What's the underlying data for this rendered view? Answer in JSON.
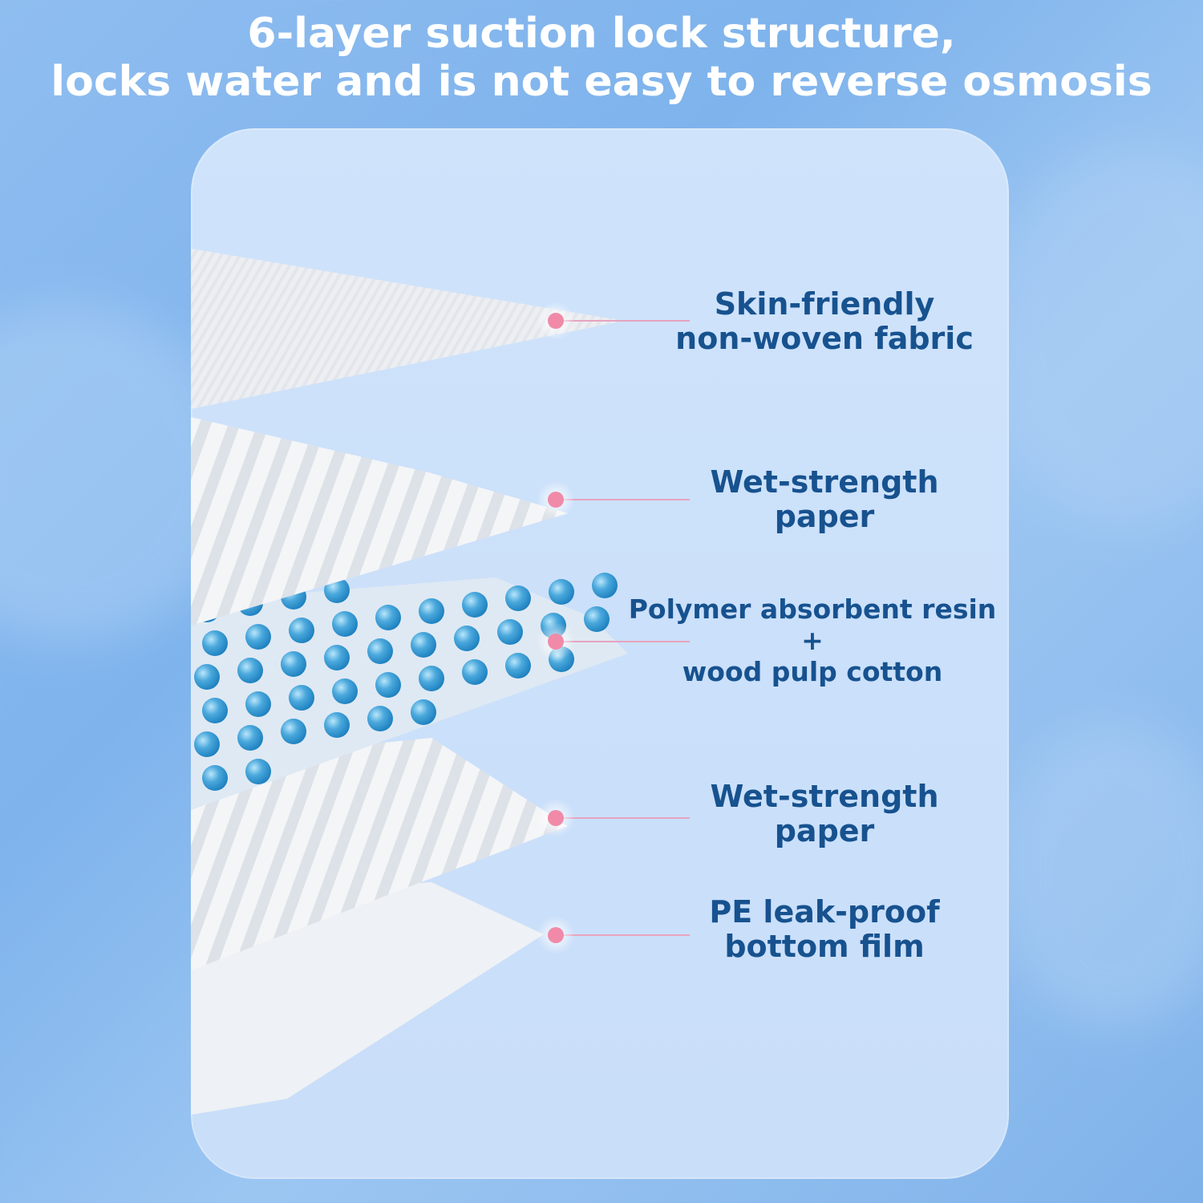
{
  "headline": {
    "line1": "6-layer suction lock structure,",
    "line2": "locks water and is not easy to reverse osmosis"
  },
  "layers": [
    {
      "lines": [
        "Skin-friendly",
        "non-woven fabric"
      ]
    },
    {
      "lines": [
        "Wet-strength",
        "paper"
      ]
    },
    {
      "lines": [
        "Polymer absorbent resin",
        "+",
        "wood pulp cotton"
      ]
    },
    {
      "lines": [
        "Wet-strength",
        "paper"
      ]
    },
    {
      "lines": [
        "PE leak-proof",
        "bottom film"
      ]
    }
  ],
  "colors": {
    "background": "#8fbdf0",
    "card": "#cbe0fa",
    "label_text": "#17528f",
    "marker": "#f08aa8",
    "bead": "#4aa8dc"
  }
}
